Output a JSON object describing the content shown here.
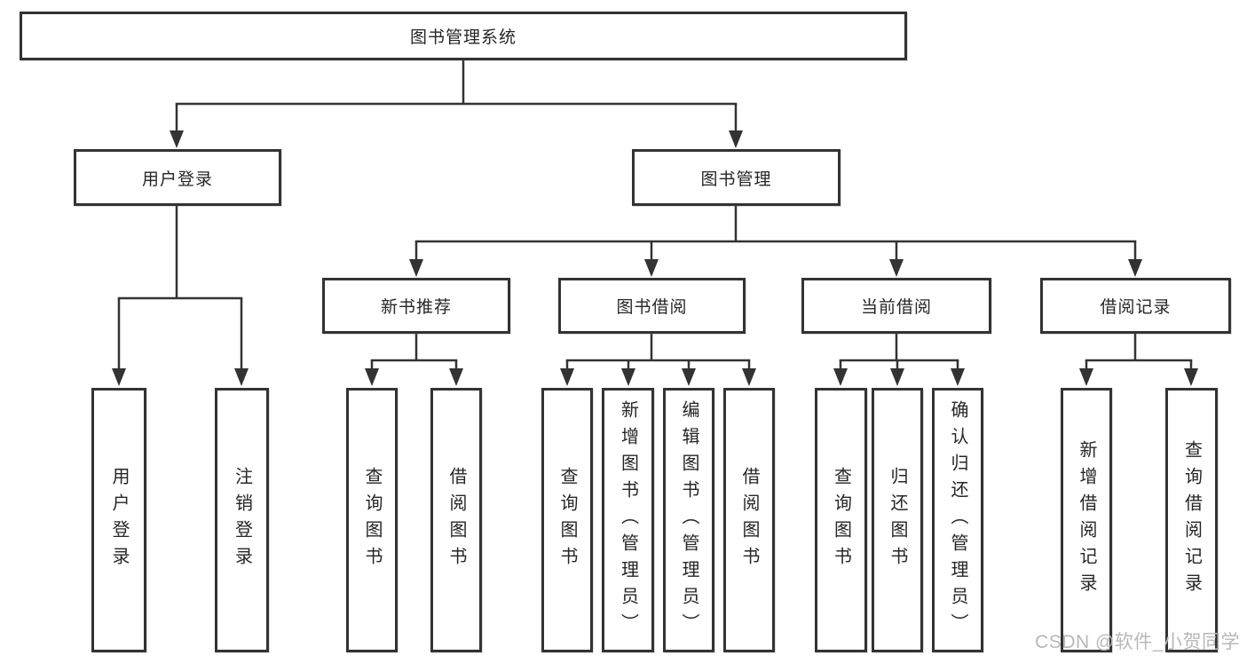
{
  "tree": {
    "root": "图书管理系统",
    "children": [
      {
        "label": "用户登录",
        "children": [
          "用户登录",
          "注销登录"
        ]
      },
      {
        "label": "图书管理",
        "children": [
          {
            "label": "新书推荐",
            "children": [
              "查询图书",
              "借阅图书"
            ]
          },
          {
            "label": "图书借阅",
            "children": [
              "查询图书",
              "新增图书（管理员）",
              "编辑图书（管理员）",
              "借阅图书"
            ]
          },
          {
            "label": "当前借阅",
            "children": [
              "查询图书",
              "归还图书",
              "确认归还（管理员）"
            ]
          },
          {
            "label": "借阅记录",
            "children": [
              "新增借阅记录",
              "查询借阅记录"
            ]
          }
        ]
      }
    ]
  },
  "watermark": "CSDN @软件_小贺同学",
  "colors": {
    "line": "#333333",
    "text": "#262626",
    "box_background": "#ffffff",
    "page_background": "#ffffff",
    "watermark": "#b8b8b8"
  }
}
